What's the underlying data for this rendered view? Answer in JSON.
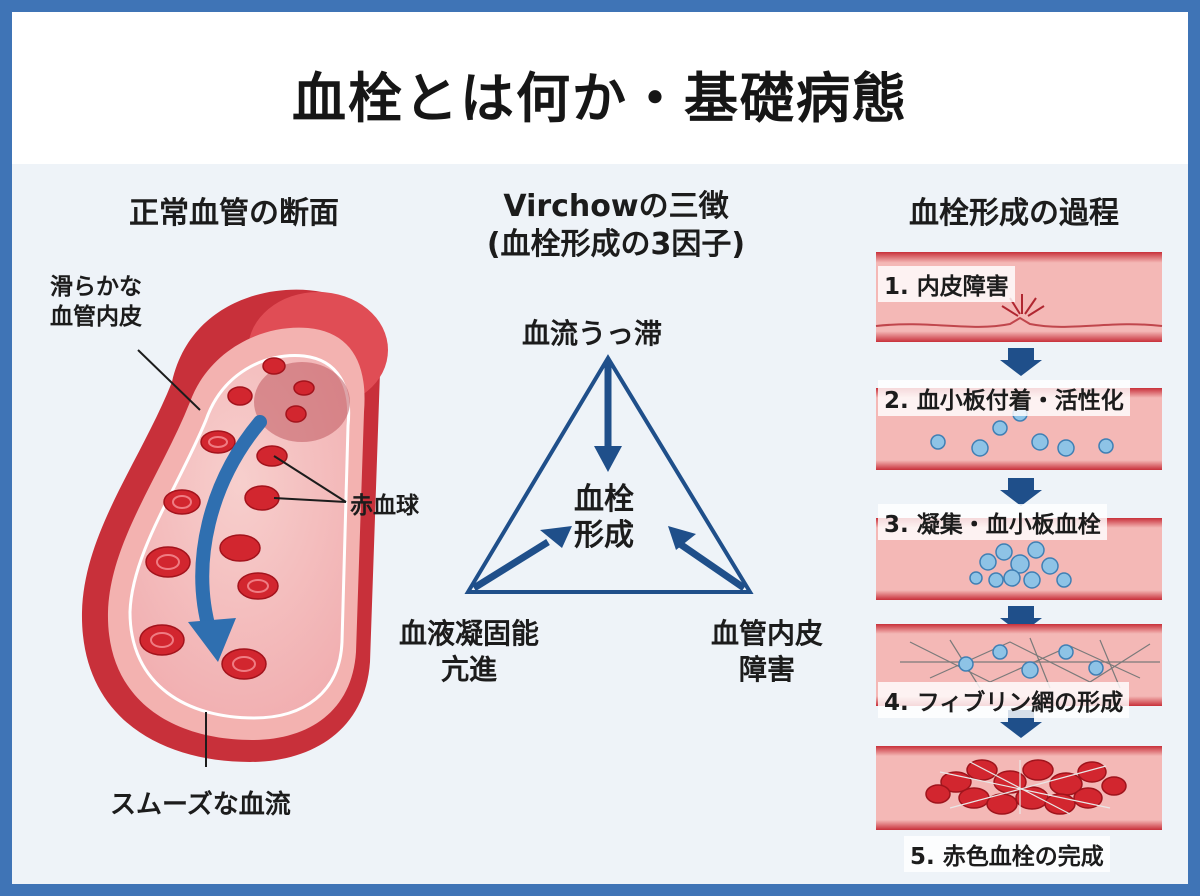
{
  "title": "血栓とは何か・基礎病態",
  "left": {
    "heading": "正常血管の断面",
    "label_endothelium": [
      "滑らかな",
      "血管内皮"
    ],
    "label_rbc": "赤血球",
    "label_flow": "スムーズな血流"
  },
  "center": {
    "heading": [
      "Virchowの三徴",
      "(血栓形成の3因子)"
    ],
    "top": "血流うっ滞",
    "center": [
      "血栓",
      "形成"
    ],
    "left": [
      "血液凝固能",
      "亢進"
    ],
    "right": [
      "血管内皮",
      "障害"
    ]
  },
  "right": {
    "heading": "血栓形成の過程",
    "steps": [
      "1. 内皮障害",
      "2. 血小板付着・活性化",
      "3. 凝集・血小板血栓",
      "4. フィブリン網の形成",
      "5. 赤色血栓の完成"
    ]
  },
  "colors": {
    "vessel_red": "#c8303a",
    "vessel_pink": "#f4b8b6",
    "arrow_blue": "#2f6fb0",
    "triangle_navy": "#1f4f8a",
    "platelet_blue": "#8ec3e6",
    "frame_blue": "#3f74b6"
  }
}
